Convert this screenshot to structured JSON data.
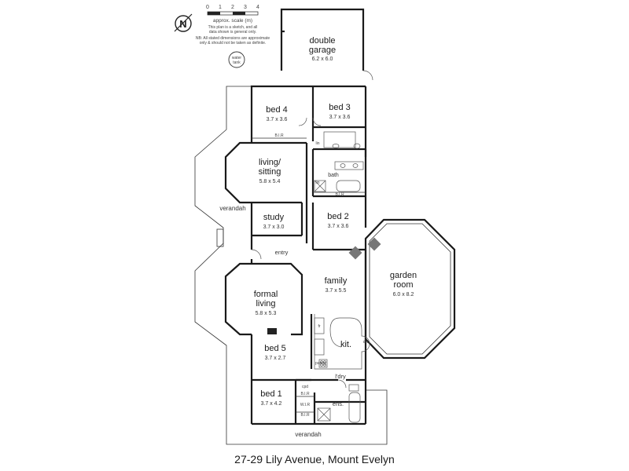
{
  "header": {
    "compass_label": "N",
    "scale_numbers": [
      "0",
      "1",
      "2",
      "3",
      "4"
    ],
    "scale_label": "approx. scale (m)",
    "notes": [
      "This plan is a sketch, and all",
      "data shown is general only.",
      "NB: All stated dimensions are approximate",
      "only & should not be taken as definite."
    ],
    "water_tank": [
      "water",
      "tank"
    ]
  },
  "rooms": {
    "double_garage": {
      "name": [
        "double",
        "garage"
      ],
      "dims": "6.2 x 6.0"
    },
    "bed4": {
      "name": "bed 4",
      "dims": "3.7 x 3.6"
    },
    "bed3": {
      "name": "bed 3",
      "dims": "3.7 x 3.6"
    },
    "living": {
      "name": [
        "living/",
        "sitting"
      ],
      "dims": "5.8 x 5.4"
    },
    "bath": {
      "name": "bath"
    },
    "verandah_left": {
      "name": "verandah"
    },
    "study": {
      "name": "study",
      "dims": "3.7 x 3.0"
    },
    "bed2": {
      "name": "bed 2",
      "dims": "3.7 x 3.6"
    },
    "garden_room": {
      "name": [
        "garden",
        "room"
      ],
      "dims": "6.0 x 8.2"
    },
    "entry": {
      "name": "entry"
    },
    "family": {
      "name": "family",
      "dims": "3.7 x 5.5"
    },
    "formal_living": {
      "name": [
        "formal",
        "living"
      ],
      "dims": "5.8 x 5.3"
    },
    "kitchen": {
      "name": "kit."
    },
    "bed5": {
      "name": "bed 5",
      "dims": "3.7 x 2.7"
    },
    "pantry": {
      "name": "pantry"
    },
    "laundry": {
      "name": "l'dry"
    },
    "bed1": {
      "name": "bed 1",
      "dims": "3.7 x 4.2"
    },
    "ensuite": {
      "name": "ens."
    },
    "verandah_bottom": {
      "name": "verandah"
    }
  },
  "fixture_labels": {
    "bir": "B.I.R",
    "wir": "W.I.R",
    "lin": "lin",
    "cpd": "cpd",
    "fridge": "fr",
    "dw": "dw"
  },
  "address": "27-29 Lily Avenue, Mount Evelyn"
}
